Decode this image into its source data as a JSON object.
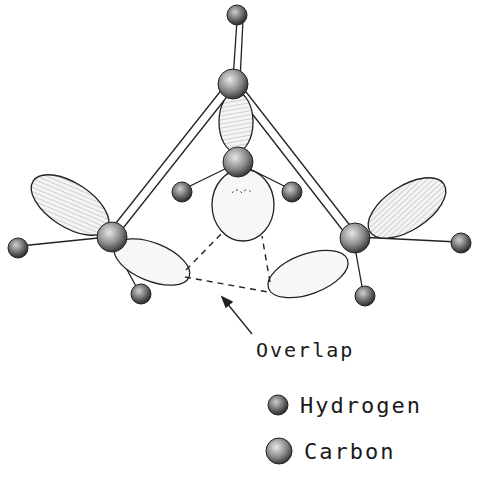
{
  "diagram": {
    "labels": [
      "Overlap"
    ],
    "legend": [
      {
        "text": "Hydrogen"
      },
      {
        "text": "Carbon"
      }
    ]
  }
}
